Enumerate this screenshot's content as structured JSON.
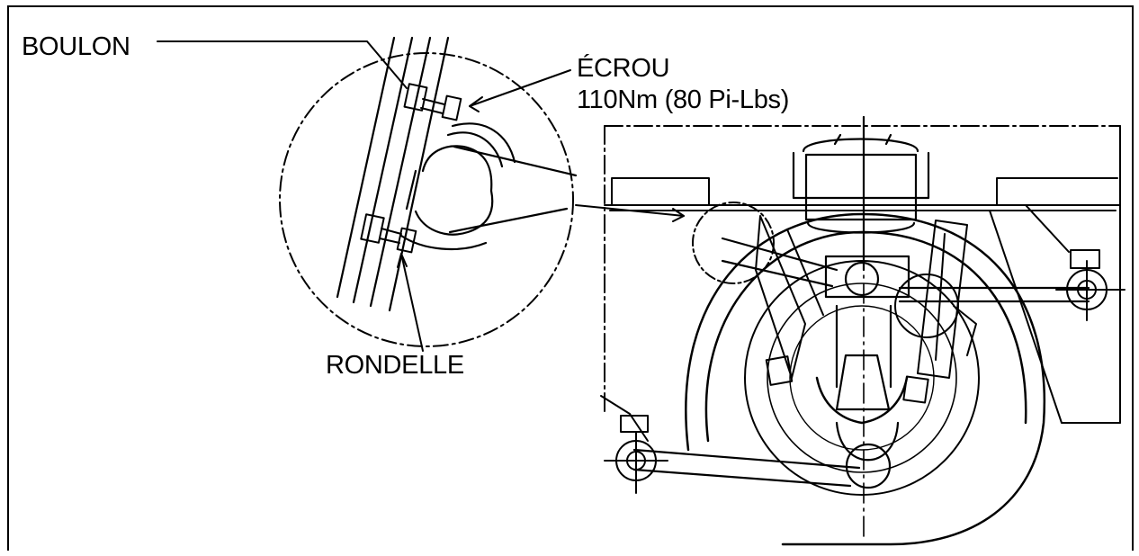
{
  "diagram": {
    "labels": {
      "bolt": "BOULON",
      "nut": "ÉCROU",
      "torque": "110Nm (80 Pi-Lbs)",
      "washer": "RONDELLE"
    },
    "colors": {
      "ink": "#000000",
      "paper": "#ffffff"
    }
  }
}
